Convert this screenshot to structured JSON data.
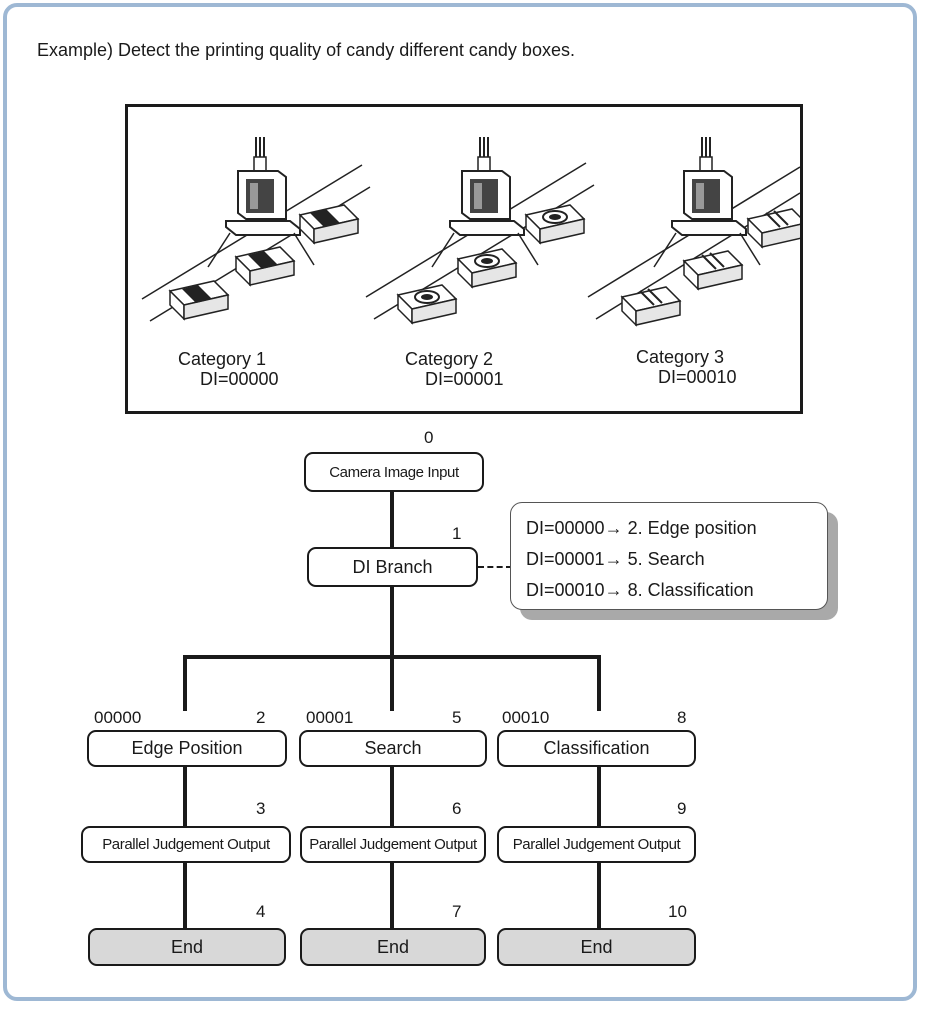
{
  "intro_text": "Example) Detect the printing quality of candy different candy boxes.",
  "categories": [
    {
      "name": "Category 1",
      "di": "DI=00000"
    },
    {
      "name": "Category 2",
      "di": "DI=00001"
    },
    {
      "name": "Category 3",
      "di": "DI=00010"
    }
  ],
  "flow": {
    "input": {
      "num": "0",
      "label": "Camera Image Input"
    },
    "branch": {
      "num": "1",
      "label": "DI Branch"
    },
    "callout": [
      "DI=00000→ 2. Edge position",
      "DI=00001→ 5. Search",
      "DI=00010→ 8. Classification"
    ],
    "branches": [
      {
        "di": "00000",
        "tool": {
          "num": "2",
          "label": "Edge Position"
        },
        "output": {
          "num": "3",
          "label": "Parallel Judgement Output"
        },
        "end": {
          "num": "4",
          "label": "End"
        }
      },
      {
        "di": "00001",
        "tool": {
          "num": "5",
          "label": "Search"
        },
        "output": {
          "num": "6",
          "label": "Parallel Judgement Output"
        },
        "end": {
          "num": "7",
          "label": "End"
        }
      },
      {
        "di": "00010",
        "tool": {
          "num": "8",
          "label": "Classification"
        },
        "output": {
          "num": "9",
          "label": "Parallel Judgement Output"
        },
        "end": {
          "num": "10",
          "label": "End"
        }
      }
    ]
  },
  "colors": {
    "frame_border": "#9eb8d4",
    "end_fill": "#d8d8d8",
    "callout_shadow": "#a9a9a9"
  }
}
